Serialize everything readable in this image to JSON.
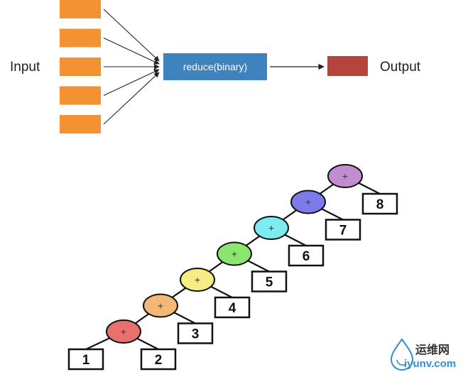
{
  "flow": {
    "input_label": "Input",
    "reduce_label": "reduce(binary)",
    "output_label": "Output",
    "input_count": 5,
    "colors": {
      "input": "#F39232",
      "reduce": "#3E83BE",
      "output": "#B5443C",
      "arrow": "#222222"
    }
  },
  "tree": {
    "operator": "+",
    "leaves": [
      "1",
      "2",
      "3",
      "4",
      "5",
      "6",
      "7",
      "8"
    ],
    "node_colors": [
      "#E8716E",
      "#F2B878",
      "#F6EE84",
      "#8BE66F",
      "#7CECF0",
      "#7D7BEA",
      "#C18DCE"
    ]
  },
  "watermark": {
    "site_cn": "运维网",
    "site_url": "iyunv.com",
    "logo": "droplet-icon",
    "color": "#2F8FD0"
  }
}
